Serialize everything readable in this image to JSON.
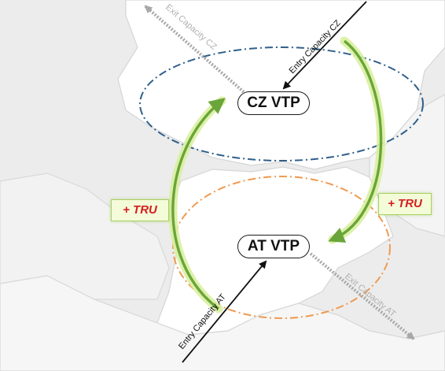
{
  "nodes": {
    "cz_vtp": "CZ VTP",
    "at_vtp": "AT VTP"
  },
  "arrows": {
    "entry_cz": "Entry Capacity CZ",
    "exit_cz": "Exit Capacity CZ",
    "entry_at": "Entry Capacity AT",
    "exit_at": "Exit Capacity AT"
  },
  "badges": {
    "tru_left": "+ TRU",
    "tru_right": "+ TRU"
  },
  "colors": {
    "cz_ellipse": "#2f5f8a",
    "at_ellipse": "#ef9a52",
    "loop_arrow": "#6aa53a",
    "loop_glow": "#d9efa0",
    "entry_arrow": "#111111",
    "exit_arrow": "#a8a8a8",
    "tru_text": "#d21f1f"
  }
}
